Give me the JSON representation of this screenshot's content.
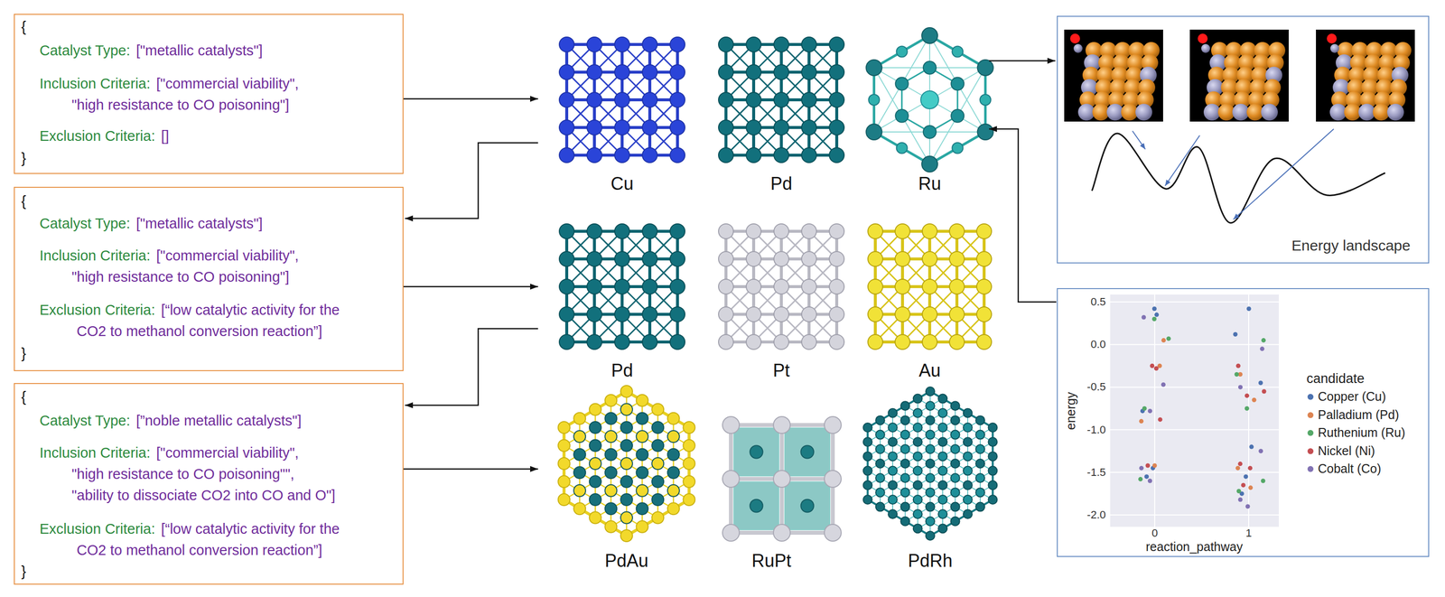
{
  "diagram": {
    "nodes": [
      {
        "text": [
          "{",
          "Catalyst Type:",
          "[\"metallic catalysts\"]",
          "Inclusion Criteria:",
          "[\"commercial viability\",",
          "\"high resistance to CO poisoning\"]",
          "Exclusion Criteria:",
          "[]",
          "}"
        ]
      },
      {
        "text": [
          "{",
          "Catalyst Type:",
          "[\"metallic catalysts\"]",
          "Inclusion Criteria:",
          "[\"commercial viability\",",
          "\"high resistance to CO poisoning\"]",
          "Exclusion Criteria:",
          "[“low catalytic activity for the",
          "CO2 to methanol conversion reaction”]",
          "}"
        ]
      },
      {
        "text": [
          "{",
          "Catalyst Type:",
          "[”noble metallic catalysts\"]",
          "Inclusion Criteria:",
          "[\"commercial viability\",",
          "\"high resistance to CO poisoning\"\",",
          "\"ability to dissociate CO2 into CO and O\"]",
          "Exclusion Criteria:",
          "[“low catalytic activity for the",
          "CO2 to methanol conversion reaction”]",
          "}"
        ]
      },
      {
        "text": [
          "Cu"
        ]
      },
      {
        "text": [
          "Pd"
        ]
      },
      {
        "text": [
          "Ru"
        ]
      },
      {
        "text": [
          "Pd"
        ]
      },
      {
        "text": [
          "Pt"
        ]
      },
      {
        "text": [
          "Au"
        ]
      },
      {
        "text": [
          "PdAu"
        ]
      },
      {
        "text": [
          "RuPt"
        ]
      },
      {
        "text": [
          "PdRh"
        ]
      },
      {
        "text": [
          "Energy landscape"
        ]
      },
      {
        "text": [
          "energy",
          "reaction_pathway"
        ]
      }
    ],
    "edges": [
      {
        "from": 0,
        "to": 3,
        "arrow": "to"
      },
      {
        "from": 3,
        "to": 1,
        "arrow": "to"
      },
      {
        "from": 1,
        "to": 6,
        "arrow": "to"
      },
      {
        "from": 6,
        "to": 2,
        "arrow": "to"
      },
      {
        "from": 2,
        "to": 9,
        "arrow": "to"
      },
      {
        "from": 5,
        "to": 12,
        "arrow": "to"
      },
      {
        "from": 13,
        "to": 5,
        "arrow": "to"
      }
    ],
    "labels": [
      "0.5",
      "0.0",
      "-0.5",
      "-1.0",
      "-1.5",
      "-2.0",
      "0",
      "1",
      "candidate"
    ],
    "legend": [
      {
        "text": "Copper (Cu)",
        "color": "#4c72b0"
      },
      {
        "text": "Palladium (Pd)",
        "color": "#dd8452"
      },
      {
        "text": "Ruthenium (Ru)",
        "color": "#55a868"
      },
      {
        "text": "Nickel (Ni)",
        "color": "#c44e52"
      },
      {
        "text": "Cobalt (Co)",
        "color": "#8172b3"
      }
    ]
  }
}
